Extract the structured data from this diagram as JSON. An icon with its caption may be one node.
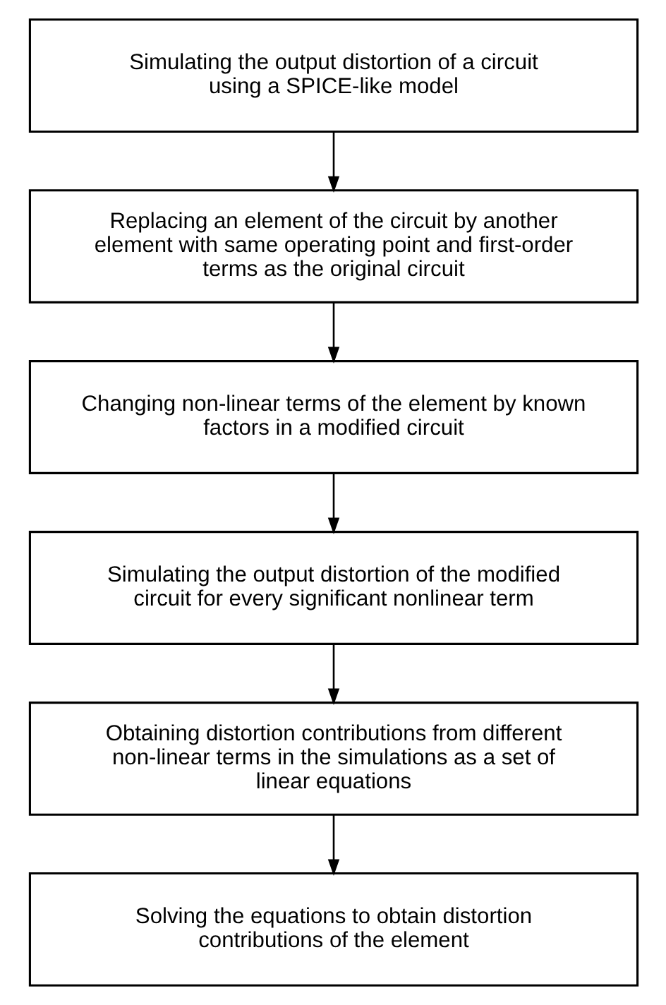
{
  "diagram": {
    "nodes": [
      {
        "text": [
          "Simulating the output distortion of a circuit using a SPICE-like model"
        ]
      },
      {
        "text": [
          "Replacing an element of the circuit by another element with same operating point and first-order terms as the original circuit"
        ]
      },
      {
        "text": [
          "Changing non-linear terms of the element by known factors in a modified circuit"
        ]
      },
      {
        "text": [
          "Simulating the output distortion of the modified circuit for every significant nonlinear term"
        ]
      },
      {
        "text": [
          "Obtaining distortion contributions from different non-linear terms in the simulations as a set of linear equations"
        ]
      },
      {
        "text": [
          "Solving the equations to obtain distortion contributions of the element"
        ]
      }
    ],
    "edges": [
      {
        "from": 0,
        "to": 1,
        "arrow": "to"
      },
      {
        "from": 1,
        "to": 2,
        "arrow": "to"
      },
      {
        "from": 2,
        "to": 3,
        "arrow": "to"
      },
      {
        "from": 3,
        "to": 4,
        "arrow": "to"
      },
      {
        "from": 4,
        "to": 5,
        "arrow": "to"
      }
    ]
  }
}
